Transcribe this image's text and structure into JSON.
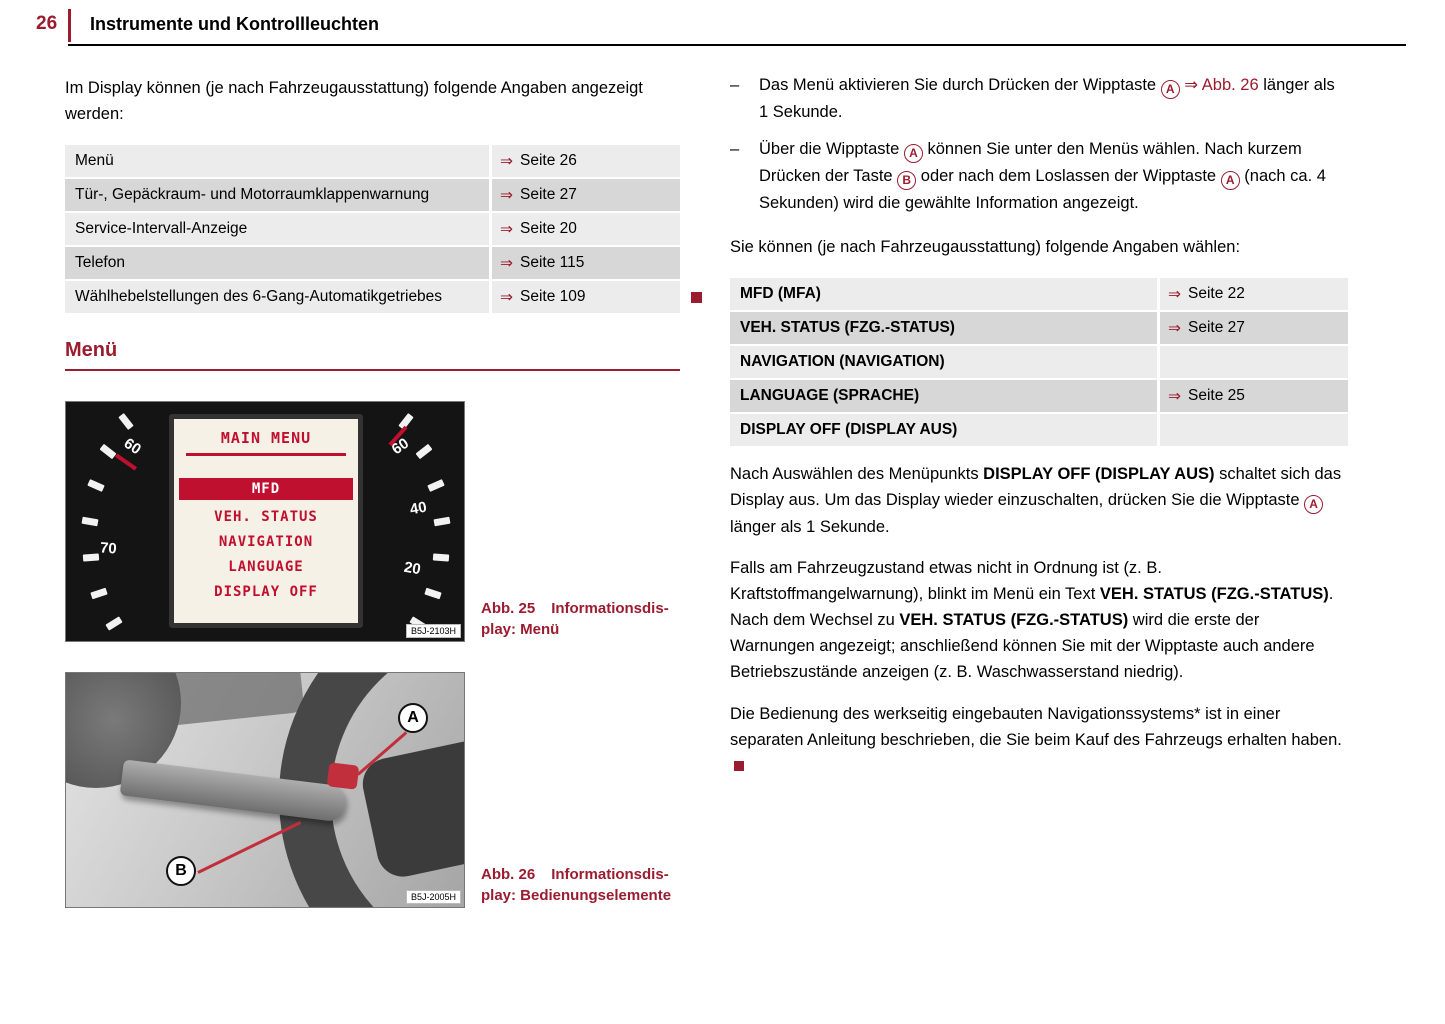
{
  "theme": {
    "accent_red": "#9b1c2f",
    "display_red": "#c01030"
  },
  "header": {
    "page_number": "26",
    "title": "Instrumente und Kontrollleuchten"
  },
  "left": {
    "intro": "Im Display können (je nach Fahrzeugausstattung) folgende Angaben angezeigt werden:",
    "table": {
      "rows": [
        {
          "label": "Menü",
          "arrow": "⇒",
          "page": "Seite 26"
        },
        {
          "label": "Tür-, Gepäckraum- und Motorraumklappenwarnung",
          "arrow": "⇒",
          "page": "Seite 27"
        },
        {
          "label": "Service-Intervall-Anzeige",
          "arrow": "⇒",
          "page": "Seite 20"
        },
        {
          "label": "Telefon",
          "arrow": "⇒",
          "page": "Seite 115"
        },
        {
          "label": "Wählhebelstellungen des 6-Gang-Automatikgetriebes",
          "arrow": "⇒",
          "page": "Seite 109"
        }
      ]
    },
    "section_heading": "Menü"
  },
  "figures": {
    "fig25": {
      "display": {
        "title": "MAIN MENU",
        "selected": "MFD",
        "items": [
          "VEH. STATUS",
          "NAVIGATION",
          "LANGUAGE",
          "DISPLAY OFF"
        ]
      },
      "left_gauge_numbers": [
        "60",
        "70"
      ],
      "right_gauge_numbers": [
        "60",
        "40",
        "20"
      ],
      "code": "B5J-2103H",
      "caption": {
        "label": "Abb. 25",
        "line1": "Informationsdis-",
        "line2": "play: Menü"
      }
    },
    "fig26": {
      "labels": {
        "a": "A",
        "b": "B"
      },
      "code": "B5J-2005H",
      "caption": {
        "label": "Abb. 26",
        "line1": "Informationsdis-",
        "line2": "play: Bedienungselemente"
      }
    }
  },
  "right": {
    "bullets": [
      {
        "marker": "–",
        "segments": [
          {
            "text": "Das Menü aktivieren Sie durch Drücken der Wipptaste "
          },
          {
            "text": "A",
            "style": "circle"
          },
          {
            "text": " "
          },
          {
            "text": "⇒ Abb. 26",
            "style": "red"
          },
          {
            "text": " länger als 1 Sekunde."
          }
        ]
      },
      {
        "marker": "–",
        "segments": [
          {
            "text": "Über die Wipptaste "
          },
          {
            "text": "A",
            "style": "circle"
          },
          {
            "text": " können Sie unter den Menüs wählen. Nach kurzem Drücken der Taste "
          },
          {
            "text": "B",
            "style": "circle"
          },
          {
            "text": " oder nach dem Loslassen der Wipptaste "
          },
          {
            "text": "A",
            "style": "circle"
          },
          {
            "text": " (nach ca. 4 Sekunden) wird die gewählte Information angezeigt."
          }
        ]
      }
    ],
    "select_intro": "Sie können (je nach Fahrzeugausstattung) folgende Angaben wählen:",
    "table": {
      "rows": [
        {
          "label": "MFD (MFA)",
          "arrow": "⇒",
          "page": "Seite 22"
        },
        {
          "label": "VEH. STATUS (FZG.-STATUS)",
          "arrow": "⇒",
          "page": "Seite 27"
        },
        {
          "label": "NAVIGATION (NAVIGATION)",
          "arrow": "",
          "page": ""
        },
        {
          "label": "LANGUAGE (SPRACHE)",
          "arrow": "⇒",
          "page": "Seite 25"
        },
        {
          "label": "DISPLAY OFF (DISPLAY AUS)",
          "arrow": "",
          "page": ""
        }
      ]
    },
    "paragraphs": [
      {
        "segments": [
          {
            "text": "Nach Auswählen des Menüpunkts "
          },
          {
            "text": "DISPLAY OFF (DISPLAY AUS)",
            "style": "bold"
          },
          {
            "text": " schaltet sich das Display aus. Um das Display wieder einzuschalten, drücken Sie die Wipptaste "
          },
          {
            "text": "A",
            "style": "circle"
          },
          {
            "text": " länger als 1 Sekunde."
          }
        ]
      },
      {
        "segments": [
          {
            "text": "Falls am Fahrzeugzustand etwas nicht in Ordnung ist (z. B. Kraftstoffmangelwarnung), blinkt im Menü ein Text "
          },
          {
            "text": "VEH. STATUS (FZG.-STATUS)",
            "style": "bold"
          },
          {
            "text": ". Nach dem Wechsel zu "
          },
          {
            "text": "VEH. STATUS (FZG.-STATUS)",
            "style": "bold"
          },
          {
            "text": " wird die erste der Warnungen angezeigt; anschließend können Sie mit der Wipptaste auch andere Betriebszustände anzeigen (z. B. Waschwasserstand niedrig)."
          }
        ]
      },
      {
        "segments": [
          {
            "text": "Die Bedienung des werkseitig eingebauten Navigationssystems* ist in einer separaten Anleitung beschrieben, die Sie beim Kauf des Fahrzeugs erhalten haben. "
          },
          {
            "text": "",
            "style": "square"
          }
        ]
      }
    ]
  }
}
